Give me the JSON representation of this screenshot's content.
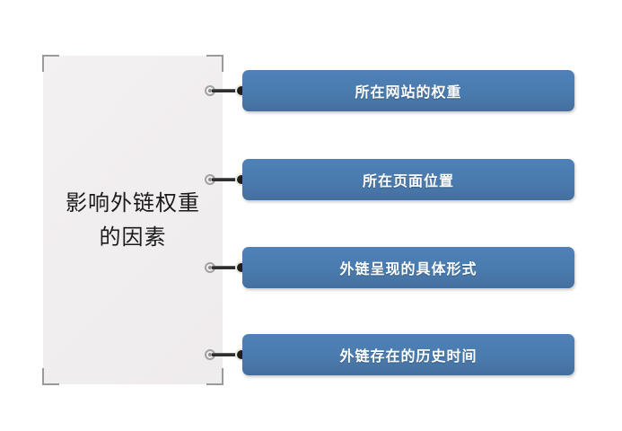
{
  "diagram": {
    "type": "smartart-list",
    "background_color": "#FFFFFF",
    "root": {
      "label": "影响外链权重的因素",
      "panel_color": "#F1EEEF",
      "text_color": "#1B1B1B",
      "bracket_color": "#9A9A9A"
    },
    "node_color": "#4A7BAE",
    "node_text_color": "#FFFFFF",
    "connector_color": "#2B2B2B",
    "nodes": [
      {
        "label": "所在网站的权重"
      },
      {
        "label": "所在页面位置"
      },
      {
        "label": "外链呈现的具体形式"
      },
      {
        "label": "外链存在的历史时间"
      }
    ]
  }
}
